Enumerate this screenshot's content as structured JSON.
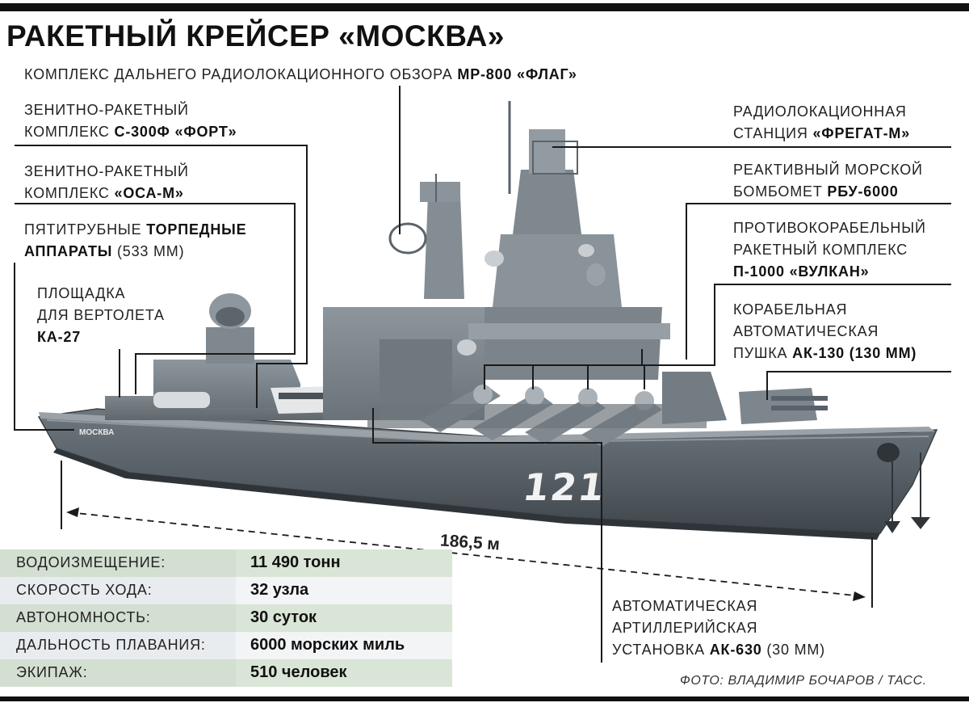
{
  "title": "РАКЕТНЫЙ КРЕЙСЕР «МОСКВА»",
  "labels": {
    "mr800": {
      "pre": "КОМПЛЕКС ДАЛЬНЕГО РАДИОЛОКАЦИОННОГО ОБЗОРА ",
      "bold": "МР-800 «ФЛАГ»"
    },
    "s300": {
      "line1": "ЗЕНИТНО-РАКЕТНЫЙ",
      "pre": "КОМПЛЕКС ",
      "bold": "С-300Ф «ФОРТ»"
    },
    "osa": {
      "line1": "ЗЕНИТНО-РАКЕТНЫЙ",
      "pre": "КОМПЛЕКС ",
      "bold": "«ОСА-М»"
    },
    "torpedo": {
      "pre": "ПЯТИТРУБНЫЕ ",
      "bold1": "ТОРПЕДНЫЕ",
      "bold2": "АППАРАТЫ",
      "post": " (533 ММ)"
    },
    "heli": {
      "line1": "ПЛОЩАДКА",
      "line2": "ДЛЯ ВЕРТОЛЕТА",
      "bold": "КА-27"
    },
    "fregat": {
      "line1": "РАДИОЛОКАЦИОННАЯ",
      "pre": "СТАНЦИЯ ",
      "bold": "«ФРЕГАТ-М»"
    },
    "rbu": {
      "line1": "РЕАКТИВНЫЙ МОРСКОЙ",
      "pre": "БОМБОМЕТ ",
      "bold": "РБУ-6000"
    },
    "vulkan": {
      "line1": "ПРОТИВОКОРАБЕЛЬНЫЙ",
      "line2": "РАКЕТНЫЙ КОМПЛЕКС",
      "bold": "П-1000 «ВУЛКАН»"
    },
    "ak130": {
      "line1": "КОРАБЕЛЬНАЯ",
      "line2": "АВТОМАТИЧЕСКАЯ",
      "pre": "ПУШКА ",
      "bold": "АК-130 (130 ММ)"
    },
    "ak630": {
      "line1": "АВТОМАТИЧЕСКАЯ",
      "line2": "АРТИЛЛЕРИЙСКАЯ",
      "pre": "УСТАНОВКА ",
      "bold": "АК-630",
      "post": " (30 ММ)"
    }
  },
  "length": "186,5 м",
  "ship_number": "121",
  "ship_name": "МОСКВА",
  "specs": [
    {
      "key": "ВОДОИЗМЕЩЕНИЕ:",
      "value": "11 490 тонн"
    },
    {
      "key": "СКОРОСТЬ ХОДА:",
      "value": "32 узла"
    },
    {
      "key": "АВТОНОМНОСТЬ:",
      "value": "30 суток"
    },
    {
      "key": "ДАЛЬНОСТЬ ПЛАВАНИЯ:",
      "value": "6000 морских миль"
    },
    {
      "key": "ЭКИПАЖ:",
      "value": "510 человек"
    }
  ],
  "photo_credit": "ФОТО: ВЛАДИМИР БОЧАРОВ / ТАСС.",
  "colors": {
    "hull": "#5d656c",
    "superstructure": "#7a838a",
    "leader_line": "#1a1a1a",
    "spec_green": "#d3dfd1",
    "spec_gray": "#e9ecef"
  }
}
